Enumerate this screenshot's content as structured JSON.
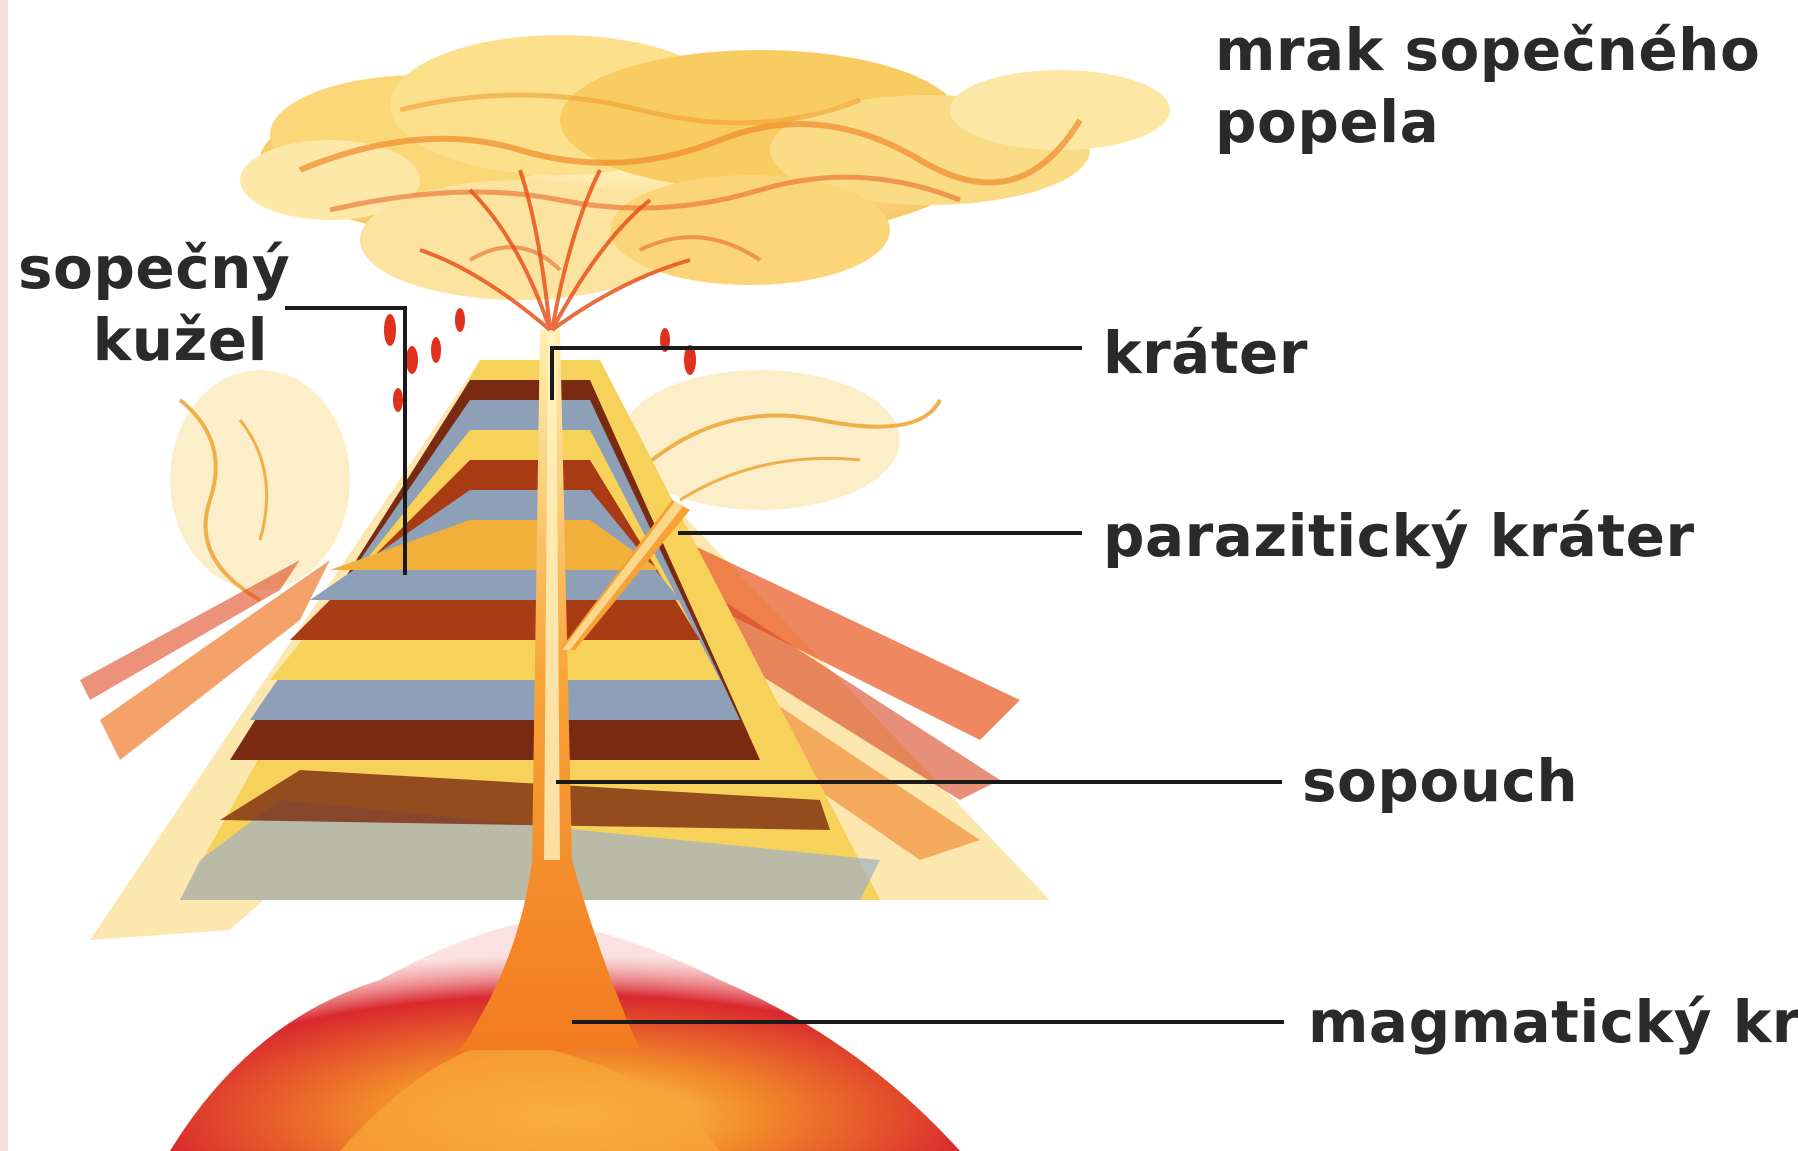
{
  "labels": {
    "ash_cloud": {
      "line1": "mrak sopečného",
      "line2": "popela"
    },
    "cone": {
      "line1": "sopečný",
      "line2": "kužel"
    },
    "crater": "kráter",
    "parasitic_crater": "parazitický kráter",
    "vent": "sopouch",
    "magma_chamber": "magmatický krb"
  },
  "colors": {
    "label_text": "#2a2a2a",
    "leader_line": "#1a1a1a",
    "ash": "#f6c34a",
    "ash_light": "#fbe08a",
    "lava": "#e8541e",
    "magma": "#d9282e",
    "layer_dark": "#7a2a10",
    "layer_grey": "#8da0b8",
    "layer_yellow": "#f7d25a"
  }
}
